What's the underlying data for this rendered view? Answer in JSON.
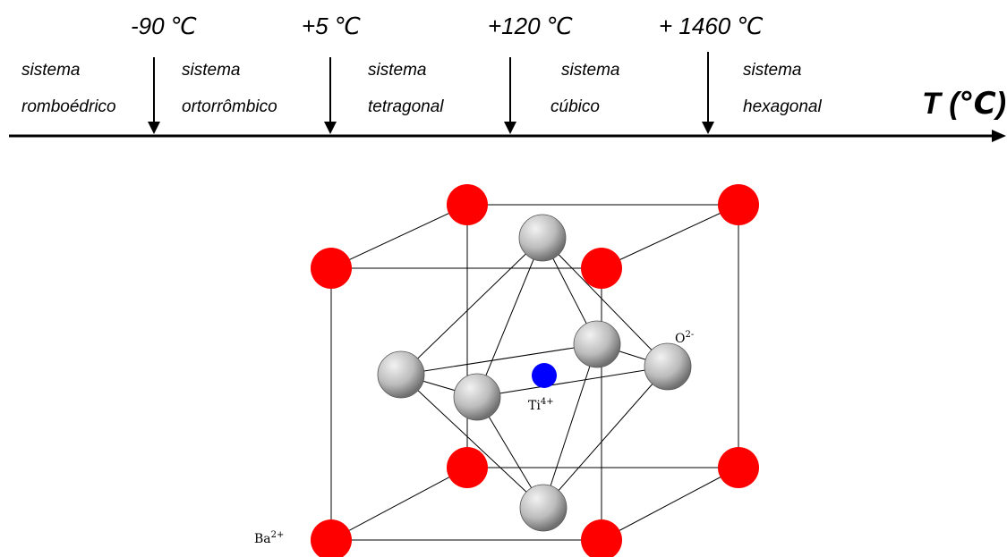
{
  "temperatures": [
    {
      "label": "-90 ℃"
    },
    {
      "label": "+5 ℃"
    },
    {
      "label": "+120 ℃"
    },
    {
      "label": "+ 1460 ℃"
    }
  ],
  "phases": [
    {
      "line1": "sistema",
      "line2": "romboédrico"
    },
    {
      "line1": "sistema",
      "line2": "ortorrômbico"
    },
    {
      "line1": "sistema",
      "line2": "tetragonal"
    },
    {
      "line1": "sistema",
      "line2": "cúbico"
    },
    {
      "line1": "sistema",
      "line2": "hexagonal"
    }
  ],
  "axis_label": "T (℃)",
  "ions": {
    "oxygen": {
      "symbol": "O",
      "charge": "2-"
    },
    "titanium": {
      "symbol": "Ti",
      "charge": "4+"
    },
    "barium": {
      "symbol": "Ba",
      "charge": "2+"
    }
  },
  "colors": {
    "barium": "#ff0000",
    "titanium": "#0000ff",
    "oxygen": "#c0c0c0"
  }
}
